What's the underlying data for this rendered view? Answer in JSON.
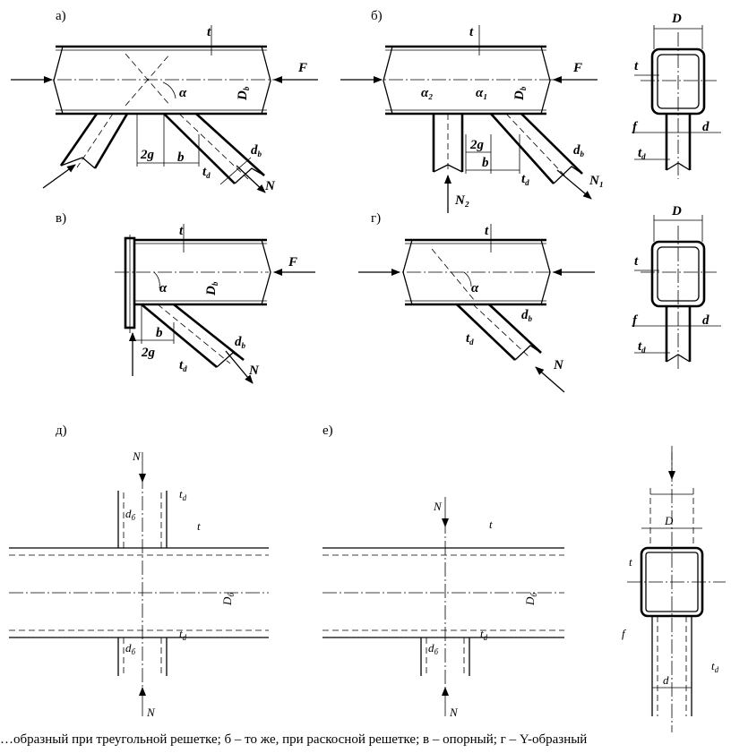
{
  "panels": {
    "a": {
      "label": "а)"
    },
    "b": {
      "label": "б)"
    },
    "v": {
      "label": "в)"
    },
    "g": {
      "label": "г)"
    },
    "d": {
      "label": "д)"
    },
    "e": {
      "label": "е)"
    }
  },
  "symbols": {
    "t": "t",
    "D": "D",
    "F": "F",
    "N": "N",
    "alpha": "α",
    "alpha1": "α₁",
    "alpha2": "α₂",
    "g2": "2g",
    "b": "b",
    "f": "f",
    "d": "d",
    "N1": "N₁",
    "N2": "N₂",
    "D_main": "D",
    "D_sub": "b",
    "d_main": "d",
    "d_sub": "b",
    "t_main": "t",
    "t_sub": "d",
    "D6_sub": "б",
    "d6_sub": "б"
  },
  "caption": "…образный при треугольной решетке; б – то же, при раскосной решетке; в – опорный; г – Y-образный"
}
